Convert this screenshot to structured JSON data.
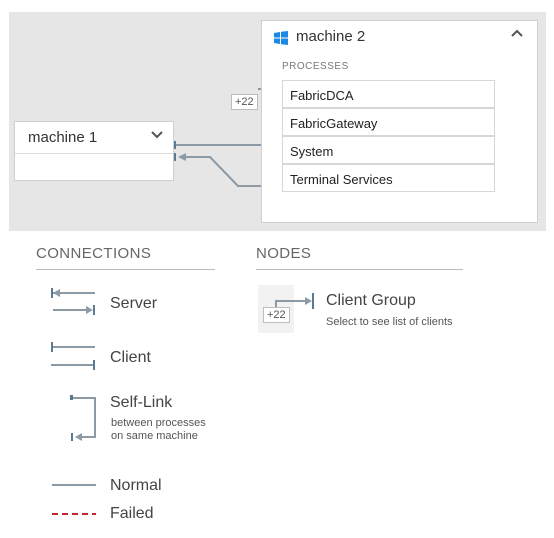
{
  "diagram": {
    "machine1": {
      "title": "machine 1",
      "expand_icon": "chevron-down-icon"
    },
    "machine2": {
      "title": "machine 2",
      "os_icon": "windows-icon",
      "collapse_icon": "chevron-up-icon",
      "processes_label": "PROCESSES",
      "processes": [
        "FabricDCA",
        "FabricGateway",
        "System",
        "Terminal Services"
      ],
      "client_group_count": "+22"
    },
    "colors": {
      "connection": "#8c9aa6",
      "endpoint": "#5a7a91",
      "failed": "#c4262e",
      "canvas": "#e6e6e6"
    }
  },
  "legend": {
    "connections": {
      "title": "CONNECTIONS",
      "server": "Server",
      "client": "Client",
      "self_link": "Self-Link",
      "self_link_desc": "between processes on same machine",
      "normal": "Normal",
      "failed": "Failed"
    },
    "nodes": {
      "title": "NODES",
      "client_group": "Client Group",
      "client_group_desc": "Select to see list of clients",
      "client_group_count": "+22"
    }
  }
}
